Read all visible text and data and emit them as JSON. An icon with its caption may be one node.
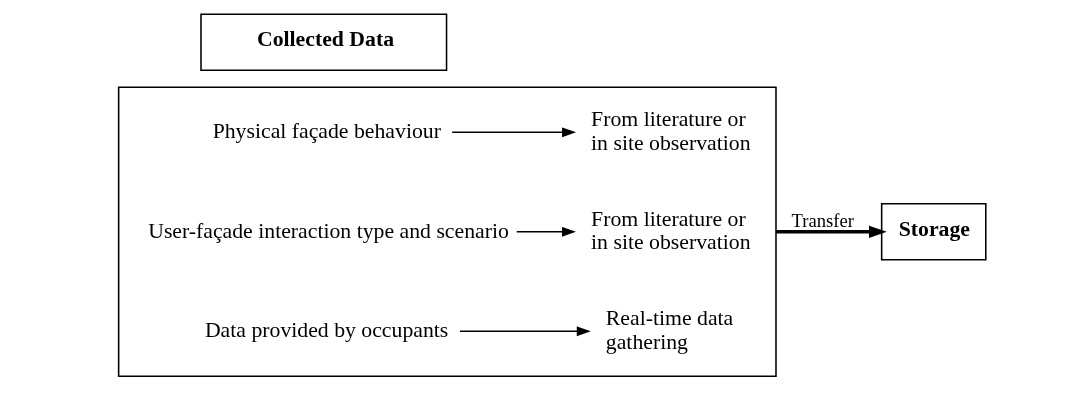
{
  "diagram": {
    "nodes": [
      {
        "text": [
          "Collected Data"
        ]
      },
      {
        "text": [],
        "shape": "box"
      },
      {
        "text": [
          "Physical façade behaviour"
        ],
        "in": 1
      },
      {
        "text": [
          "From literature or in site observation"
        ],
        "in": 1
      },
      {
        "text": [
          "User-façade interaction type and scenario"
        ],
        "in": 1
      },
      {
        "text": [
          "From literature or in site observation"
        ],
        "in": 1
      },
      {
        "text": [
          "Data provided by occupants"
        ],
        "in": 1
      },
      {
        "text": [
          "Real-time data gathering"
        ],
        "in": 1
      },
      {
        "text": [
          "Storage"
        ]
      }
    ],
    "edges": [
      {
        "from": 2,
        "to": 3,
        "arrow": "to"
      },
      {
        "from": 4,
        "to": 5,
        "arrow": "to"
      },
      {
        "from": 6,
        "to": 7,
        "arrow": "to"
      },
      {
        "from": 1,
        "to": 8,
        "arrow": "to",
        "label": "Transfer",
        "style": "thick"
      }
    ]
  }
}
